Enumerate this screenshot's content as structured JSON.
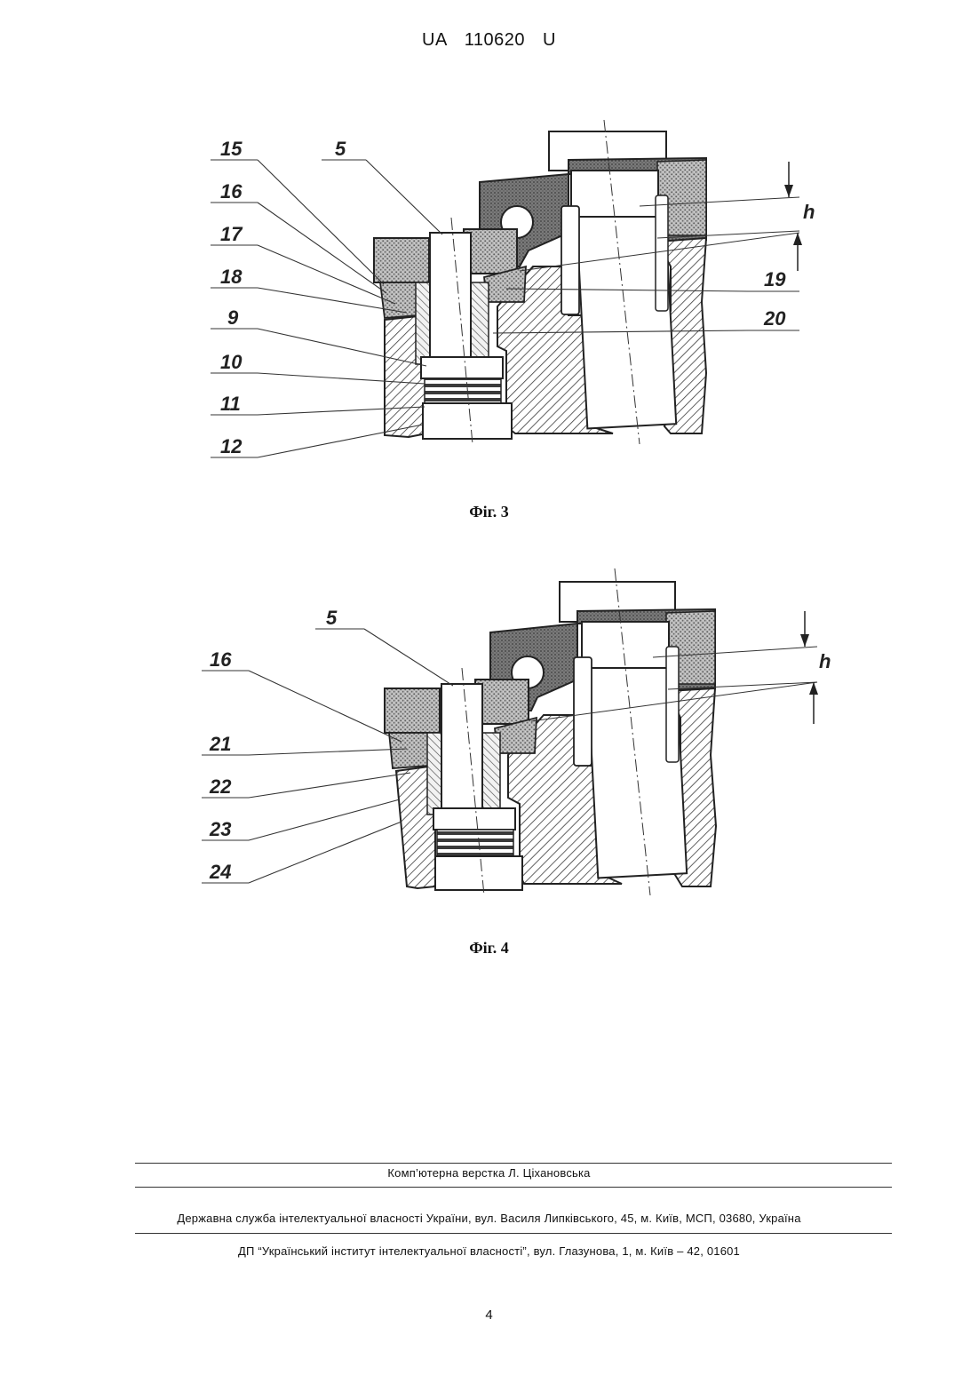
{
  "header": {
    "doc_id": "UA   110620   U"
  },
  "figures": [
    {
      "caption": "Фіг. 3",
      "labels": [
        "15",
        "16",
        "17",
        "18",
        "9",
        "10",
        "11",
        "12",
        "5",
        "19",
        "20",
        "h"
      ]
    },
    {
      "caption": "Фіг. 4",
      "labels": [
        "5",
        "16",
        "21",
        "22",
        "23",
        "24",
        "h"
      ]
    }
  ],
  "footer": {
    "typesetting": "Комп’ютерна верстка Л. Ціхановська",
    "office": "Державна служба інтелектуальної власності України, вул. Василя Липківського, 45, м. Київ, МСП, 03680, Україна",
    "institute": "ДП “Український інститут інтелектуальної власності”, вул. Глазунова, 1, м. Київ – 42, 01601",
    "page_number": "4"
  }
}
